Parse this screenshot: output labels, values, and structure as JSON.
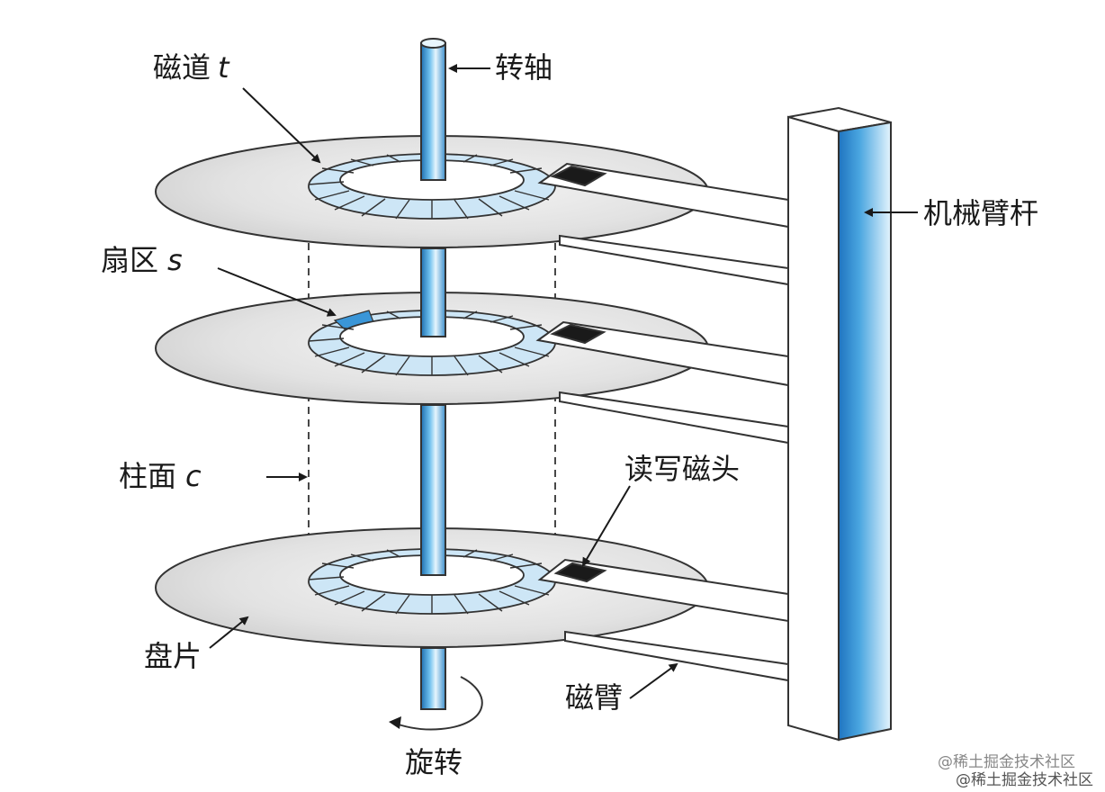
{
  "labels": {
    "track": "磁道",
    "track_var": "t",
    "spindle": "转轴",
    "sector": "扇区",
    "sector_var": "s",
    "arm_assembly": "机械臂杆",
    "cylinder": "柱面",
    "cylinder_var": "c",
    "read_write_head": "读写磁头",
    "platter": "盘片",
    "arm": "磁臂",
    "rotation": "旋转"
  },
  "watermark": {
    "line1": "@稀土掘金技术社区",
    "line2": "@稀土掘金技术社区"
  },
  "colors": {
    "platter": "#e4e4e4",
    "track_ring": "#cde6f6",
    "highlight_sector": "#3a96d8",
    "spindle_blue": "#4aa6e0",
    "head": "#1a1a1a",
    "outline": "#333333"
  }
}
